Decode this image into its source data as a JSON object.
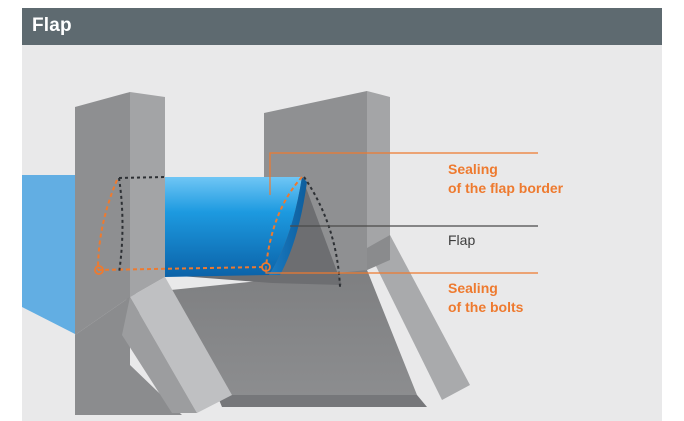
{
  "header": {
    "title": "Flap"
  },
  "diagram": {
    "labels": {
      "sealing_flap_border": [
        "Sealing",
        "of the flap border"
      ],
      "flap": "Flap",
      "sealing_bolts": [
        "Sealing",
        "of the bolts"
      ]
    },
    "colors": {
      "header": "#5e6a70",
      "background": "#e9e9ea",
      "accent": "#ee7a2f",
      "water": "#62aee3",
      "flap": "#1893dc",
      "concrete": "#9a9a9c"
    }
  }
}
